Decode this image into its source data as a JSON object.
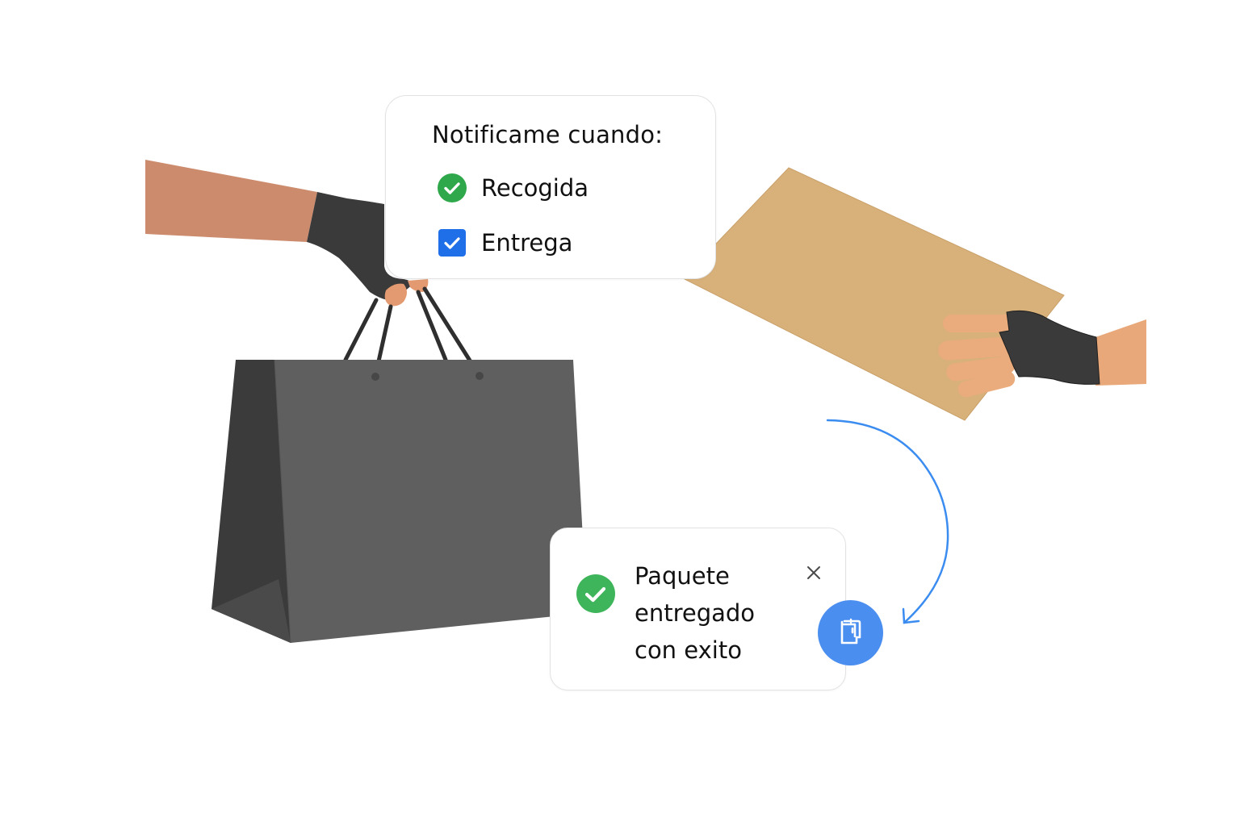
{
  "notify_card": {
    "title": "Notificame cuando:",
    "options": [
      {
        "label": "Recogida",
        "icon": "check-circle-icon",
        "checked": true,
        "color": "#2ea84a"
      },
      {
        "label": "Entrega",
        "icon": "checkbox-checked-icon",
        "checked": true,
        "color": "#1f6fe8"
      }
    ]
  },
  "toast": {
    "message": "Paquete entregado con exito",
    "icon": "check-circle-icon",
    "icon_color": "#3fb55b",
    "close_icon": "close-icon"
  },
  "fab": {
    "icon": "package-door-icon",
    "color": "#4a8ef0"
  },
  "colors": {
    "accent_blue": "#3b8cf0",
    "bag_front": "#5f5f5f",
    "bag_side": "#3b3b3b",
    "box": "#d8b07a",
    "glove": "#3a3a3a",
    "skin_left": "#cc8b6d",
    "skin_right": "#e9a87a"
  }
}
